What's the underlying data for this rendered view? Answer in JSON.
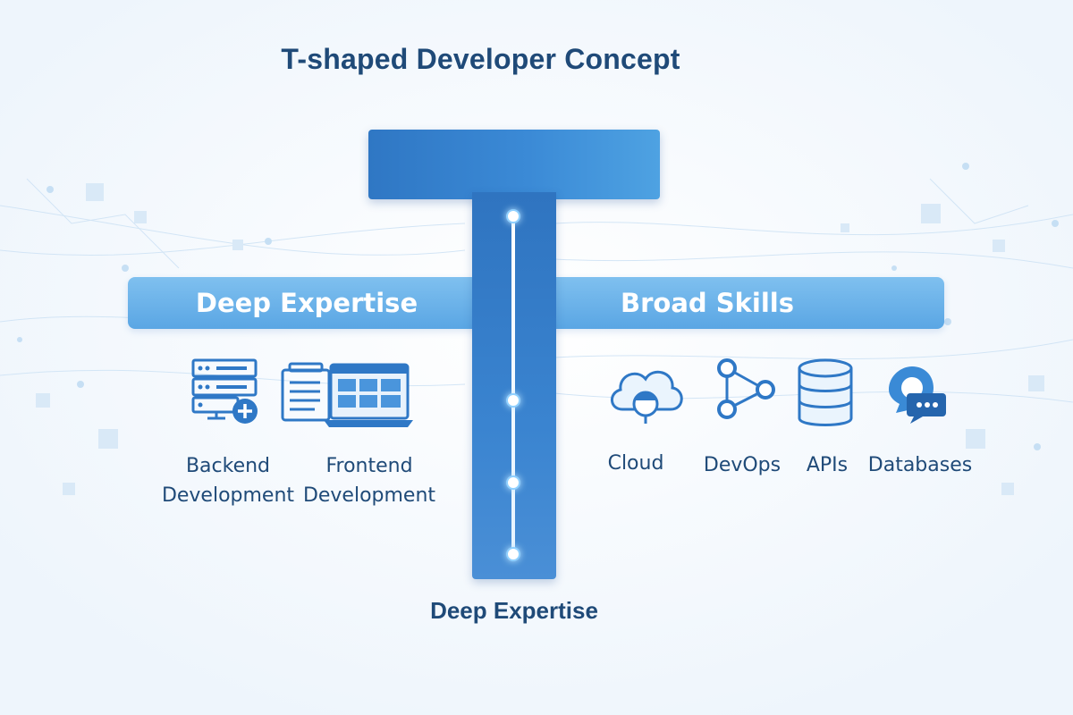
{
  "title": "T-shaped Developer Concept",
  "bands": {
    "left": "Deep Expertise",
    "right": "Broad Skills"
  },
  "deep_skills": [
    {
      "line1": "Backend",
      "line2": "Development",
      "icon": "server-icon"
    },
    {
      "line1": "Frontend",
      "line2": "Development",
      "icon": "browser-window-icon"
    }
  ],
  "broad_skills": [
    {
      "label": "Cloud",
      "icon": "cloud-icon"
    },
    {
      "label": "DevOps",
      "icon": "network-nodes-icon"
    },
    {
      "label": "APIs",
      "icon": "database-stack-icon"
    },
    {
      "label": "Databases",
      "icon": "chat-bubble-icon"
    }
  ],
  "caption": "Deep Expertise",
  "colors": {
    "title": "#1f4a78",
    "t_shape": "#3a84d0",
    "band": "#6db3ea",
    "icon": "#2f78c6"
  }
}
